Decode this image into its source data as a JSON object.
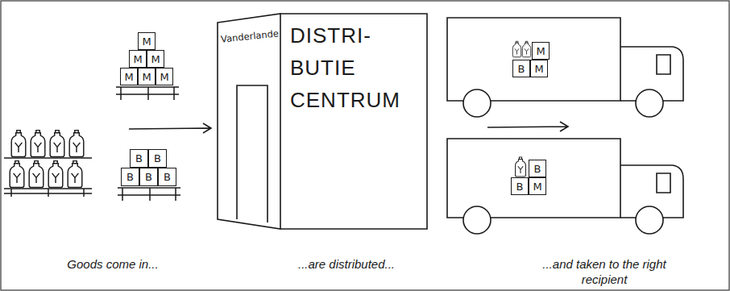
{
  "diagram": {
    "nodes": [
      {
        "text": [
          "M"
        ]
      },
      {
        "text": [
          "M"
        ]
      },
      {
        "text": [
          "M"
        ]
      },
      {
        "text": [
          "M"
        ]
      },
      {
        "text": [
          "M"
        ]
      },
      {
        "text": [
          "M"
        ]
      },
      {
        "text": [
          "B"
        ]
      },
      {
        "text": [
          "B"
        ]
      },
      {
        "text": [
          "B"
        ]
      },
      {
        "text": [
          "B"
        ]
      },
      {
        "text": [
          "B"
        ]
      },
      {
        "text": [
          "Vanderlande",
          "DISTRI- BUTIE CENTRUM"
        ]
      },
      {
        "text": [
          "M"
        ]
      },
      {
        "text": [
          "B"
        ]
      },
      {
        "text": [
          "M"
        ]
      },
      {
        "text": [
          "B"
        ]
      },
      {
        "text": [
          "B"
        ]
      },
      {
        "text": [
          "M"
        ]
      }
    ],
    "labels": [
      "Goods come in...",
      "...are distributed...",
      "...and taken to the right recipient"
    ]
  }
}
